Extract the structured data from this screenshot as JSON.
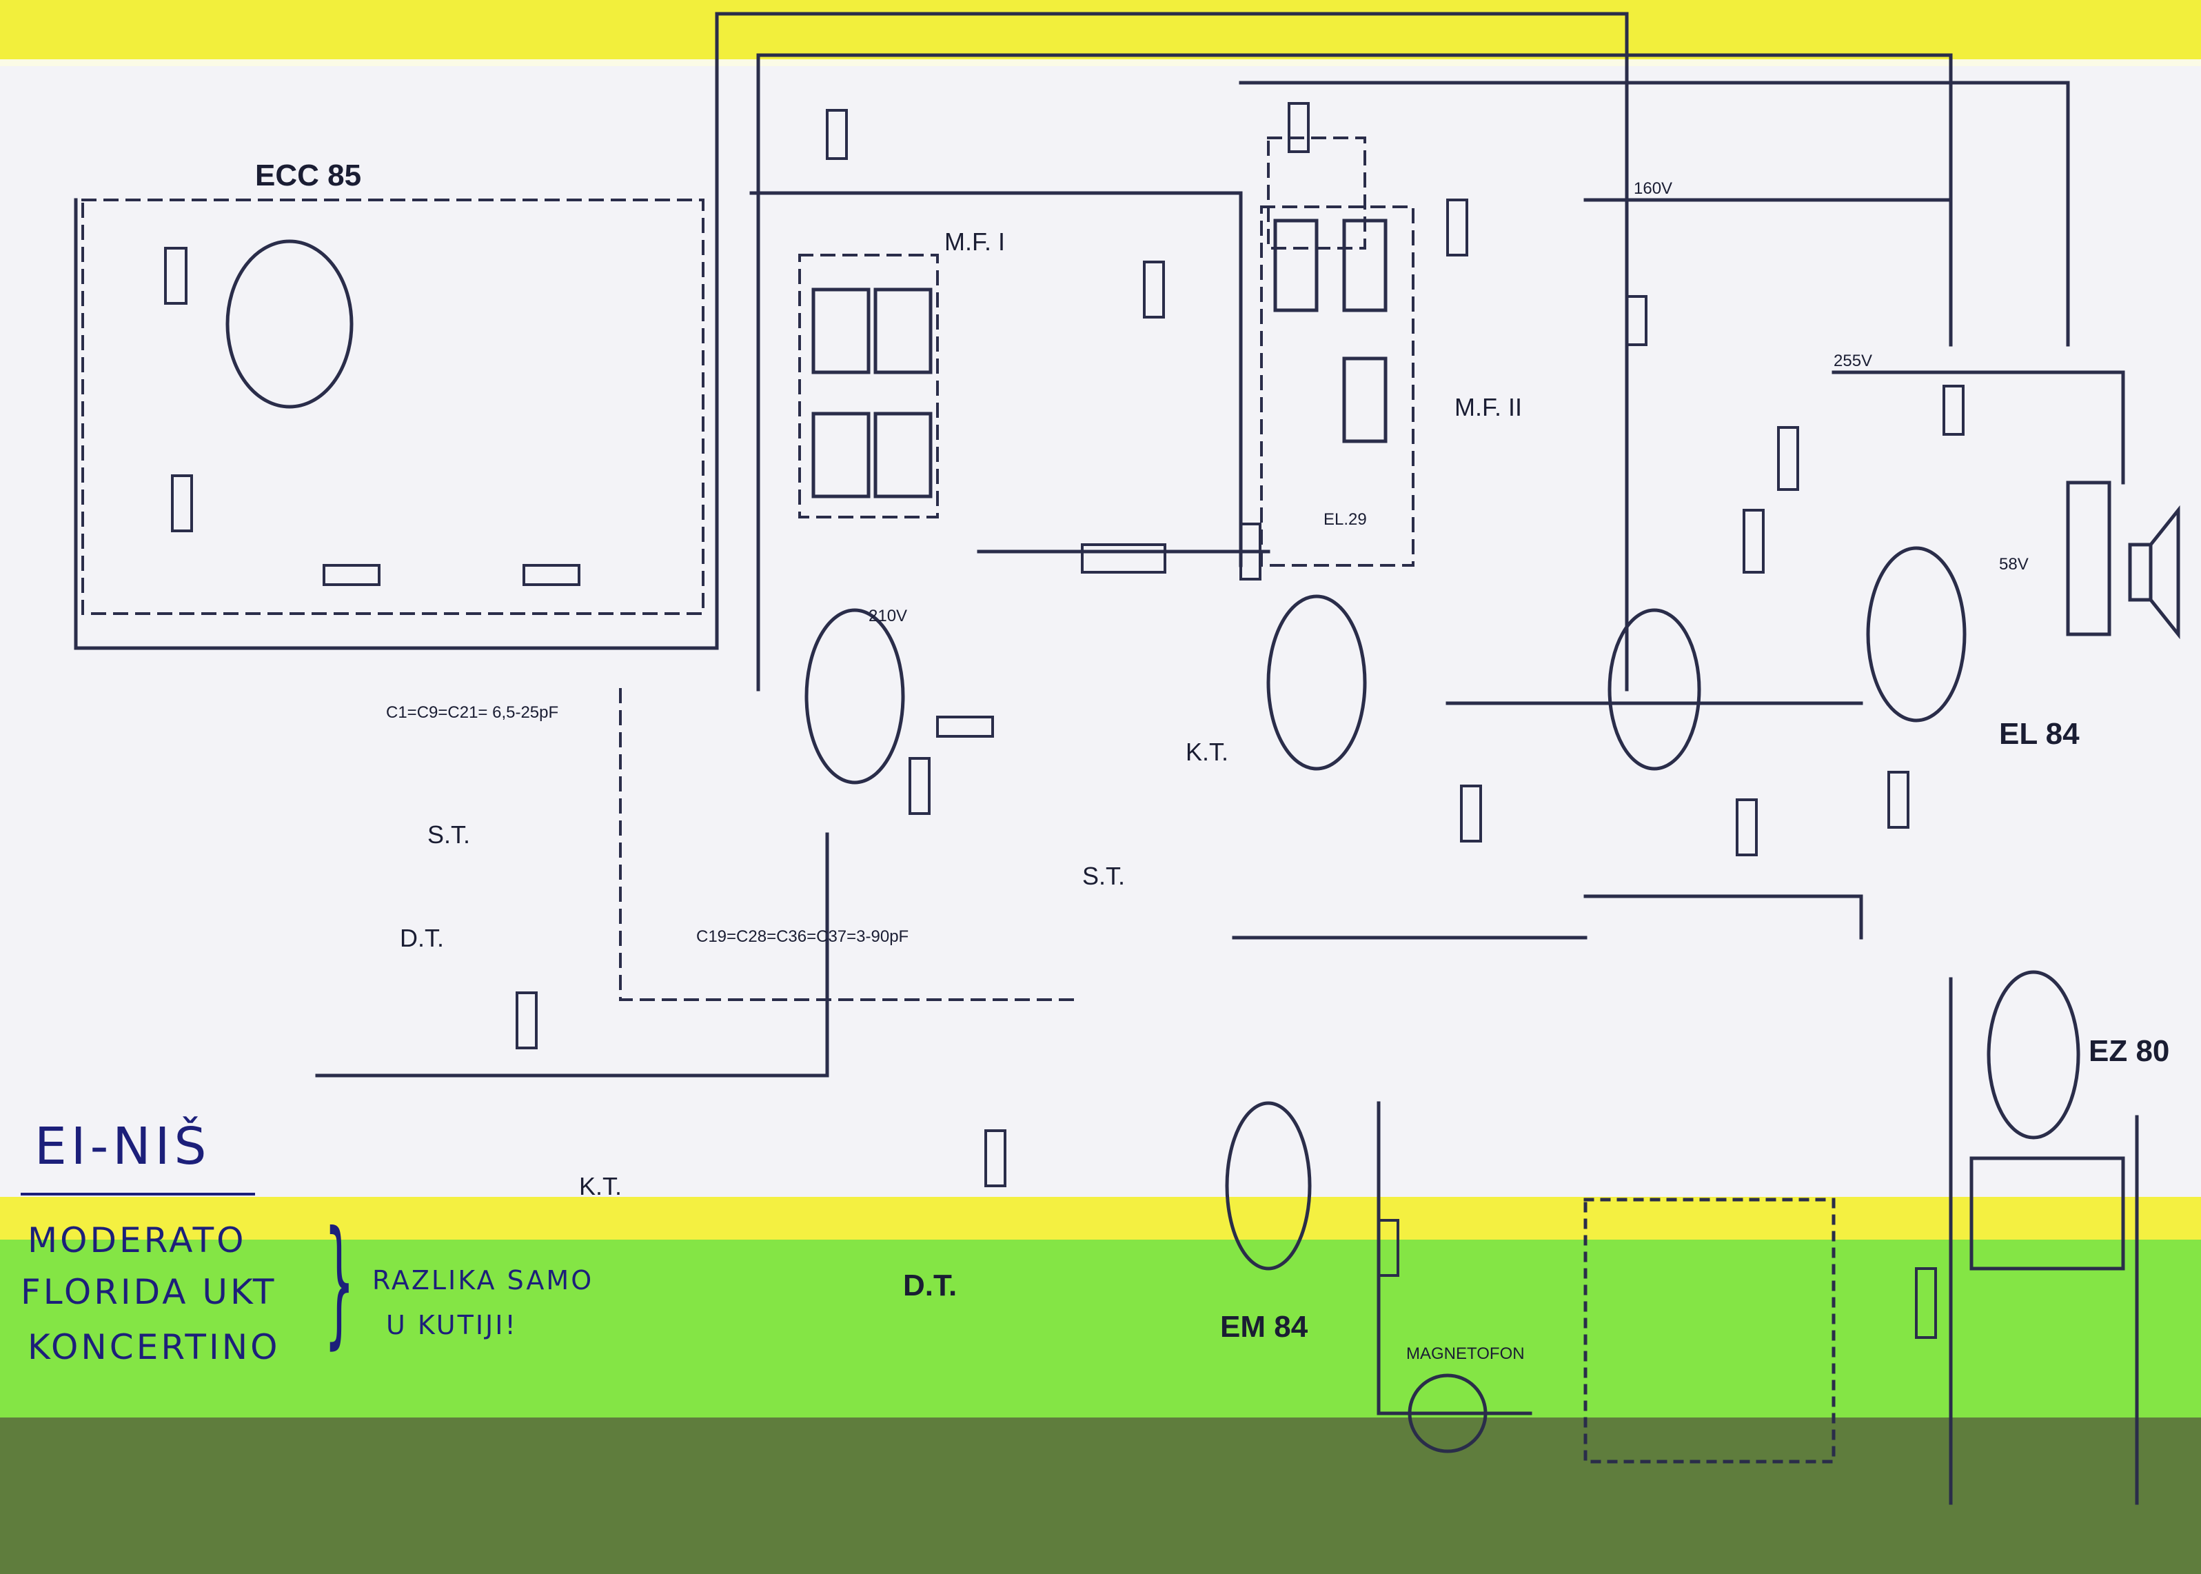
{
  "labels": {
    "ecc85": "ECC 85",
    "mf1": "M.F. I",
    "mf2": "M.F. II",
    "kt_mid": "K.T.",
    "st_mid": "S.T.",
    "st_left": "S.T.",
    "dt_left": "D.T.",
    "kt_left": "K.T.",
    "dt_bottom": "D.T.",
    "el84": "EL 84",
    "ez80": "EZ 80",
    "em84": "EM 84",
    "el28": "EL.29",
    "cap_formula": "C1=C9=C21= 6,5-25pF",
    "cap_formula2": "C19=C28=C36=C37=3-90pF",
    "v160": "160V",
    "v255": "255V",
    "v210": "210V",
    "v58": "58V",
    "magnetofon": "MAGNETOFON"
  },
  "notes": {
    "title": "EI-NIŠ",
    "line1": "MODERATO",
    "line2": "FLORIDA UKT",
    "line3": "KONCERTINO",
    "side1": "RAZLIKA SAMO",
    "side2": "U KUTIJI!"
  }
}
